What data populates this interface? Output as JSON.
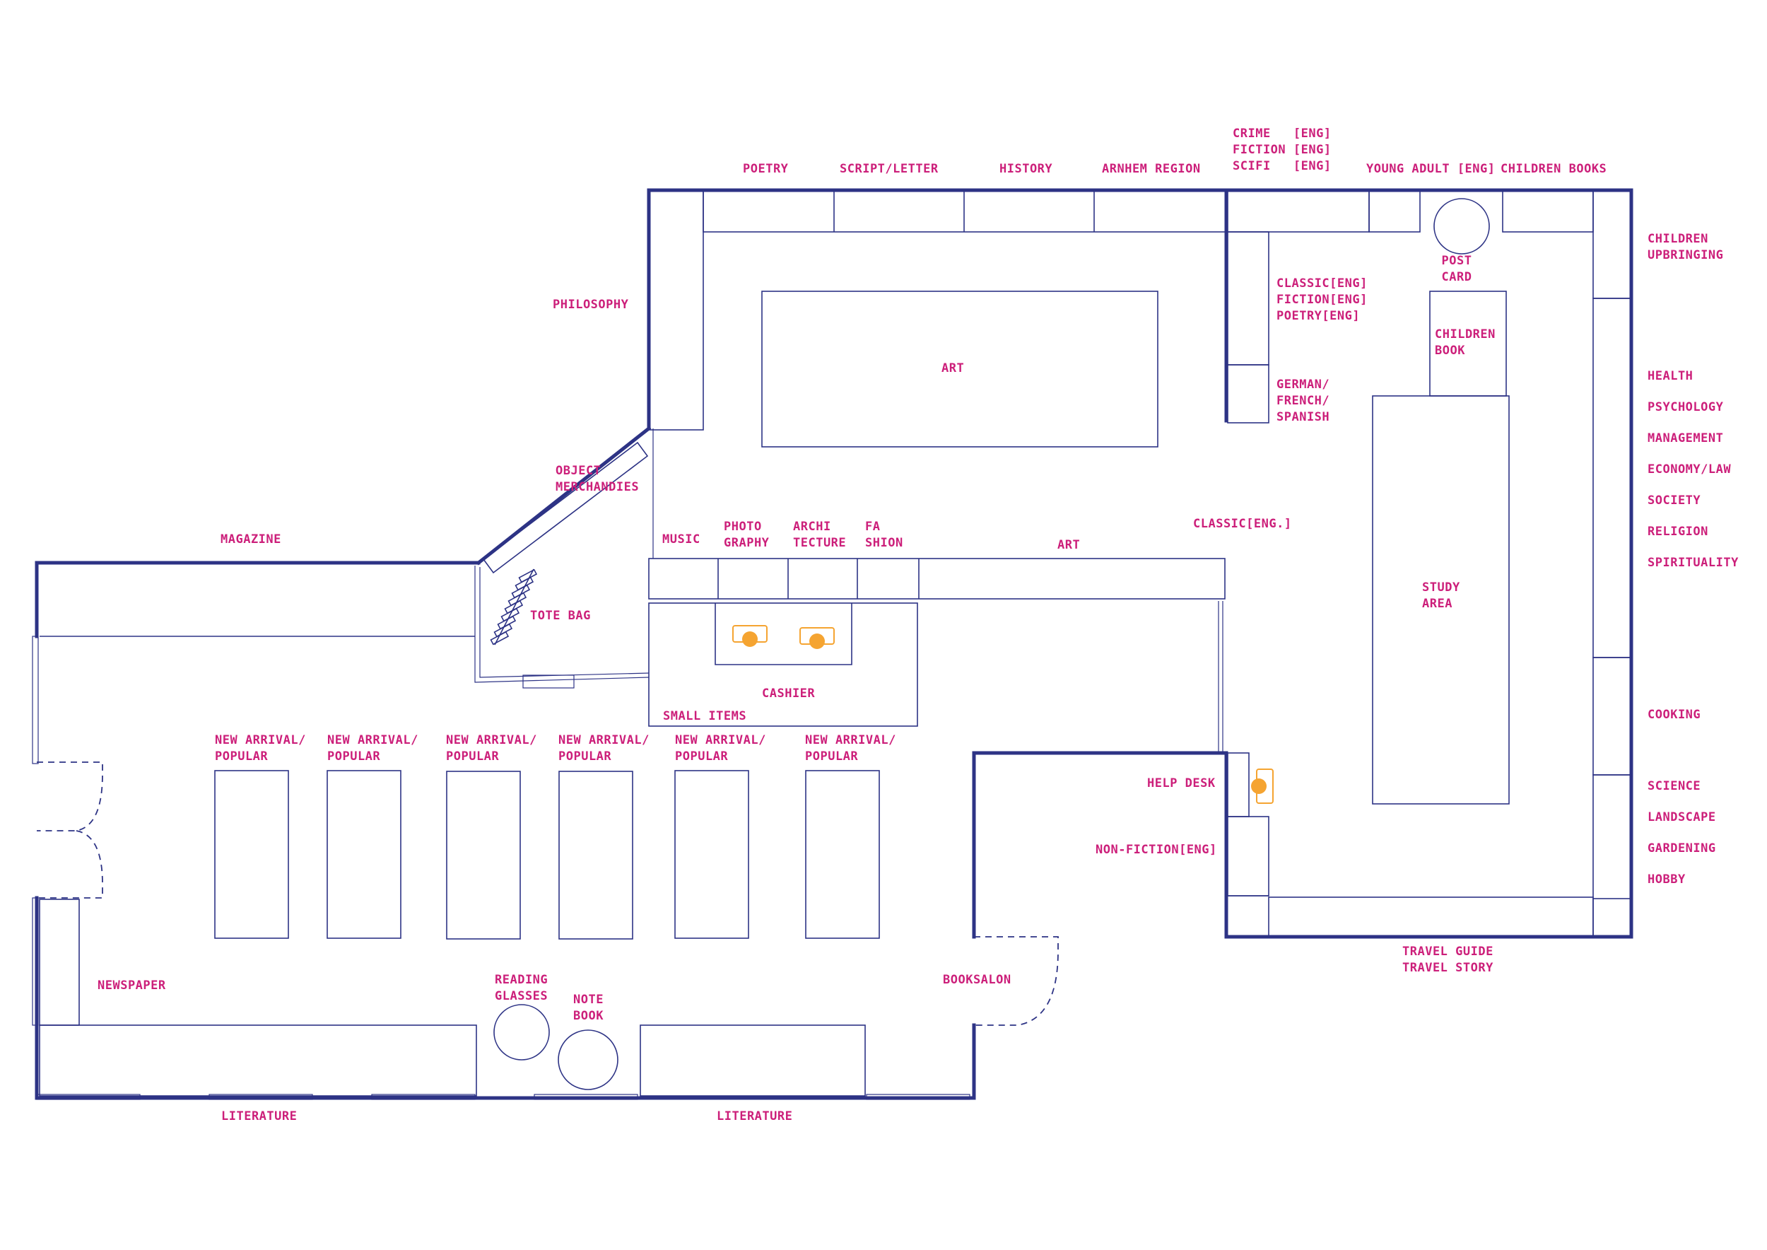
{
  "colors": {
    "wall": "#2d3385",
    "label": "#cc1f7a",
    "accent": "#f5a431",
    "background": "#ffffff"
  },
  "icons": {
    "cashier_seats": "seat-icon",
    "help_desk_seat": "seat-icon",
    "tote_bag": "tote-bag-rack-icon"
  },
  "labels": {
    "poetry": "POETRY",
    "script_letter": "SCRIPT/LETTER",
    "history": "HISTORY",
    "arnhem_region": "ARNHEM REGION",
    "crime_fiction_scifi": "CRIME   [ENG]\nFICTION [ENG]\nSCIFI   [ENG]",
    "young_adult": "YOUNG ADULT [ENG]",
    "children_books": "CHILDREN BOOKS",
    "children_upbringing": "CHILDREN\nUPBRINGING",
    "philosophy": "PHILOSOPHY",
    "art_center": "ART",
    "classic_fiction_poetry": "CLASSIC[ENG]\nFICTION[ENG]\nPOETRY[ENG]",
    "post_card": "POST\nCARD",
    "children_book": "CHILDREN\nBOOK",
    "german_french_spanish": "GERMAN/\nFRENCH/\nSPANISH",
    "health": "HEALTH",
    "psychology": "PSYCHOLOGY",
    "management": "MANAGEMENT",
    "economy_law": "ECONOMY/LAW",
    "society": "SOCIETY",
    "religion": "RELIGION",
    "spirituality": "SPIRITUALITY",
    "object_merchandise": "OBJECT\nMERCHANDIES",
    "magazine": "MAGAZINE",
    "music": "MUSIC",
    "photography": "PHOTO\nGRAPHY",
    "architecture": "ARCHI\nTECTURE",
    "fashion": "FA\nSHION",
    "art_shelf": "ART",
    "classic_eng": "CLASSIC[ENG.]",
    "study_area": "STUDY\nAREA",
    "tote_bag": "TOTE BAG",
    "cashier": "CASHIER",
    "small_items": "SMALL ITEMS",
    "cooking": "COOKING",
    "new_arrival_1": "NEW ARRIVAL/\nPOPULAR",
    "new_arrival_2": "NEW ARRIVAL/\nPOPULAR",
    "new_arrival_3": "NEW ARRIVAL/\nPOPULAR",
    "new_arrival_4": "NEW ARRIVAL/\nPOPULAR",
    "new_arrival_5": "NEW ARRIVAL/\nPOPULAR",
    "new_arrival_6": "NEW ARRIVAL/\nPOPULAR",
    "help_desk": "HELP DESK",
    "science": "SCIENCE",
    "landscape": "LANDSCAPE",
    "gardening": "GARDENING",
    "hobby": "HOBBY",
    "non_fiction_eng": "NON-FICTION[ENG]",
    "travel": "TRAVEL GUIDE\nTRAVEL STORY",
    "newspaper": "NEWSPAPER",
    "reading_glasses": "READING\nGLASSES",
    "note_book": "NOTE\nBOOK",
    "booksalon": "BOOKSALON",
    "literature_left": "LITERATURE",
    "literature_right": "LITERATURE"
  }
}
